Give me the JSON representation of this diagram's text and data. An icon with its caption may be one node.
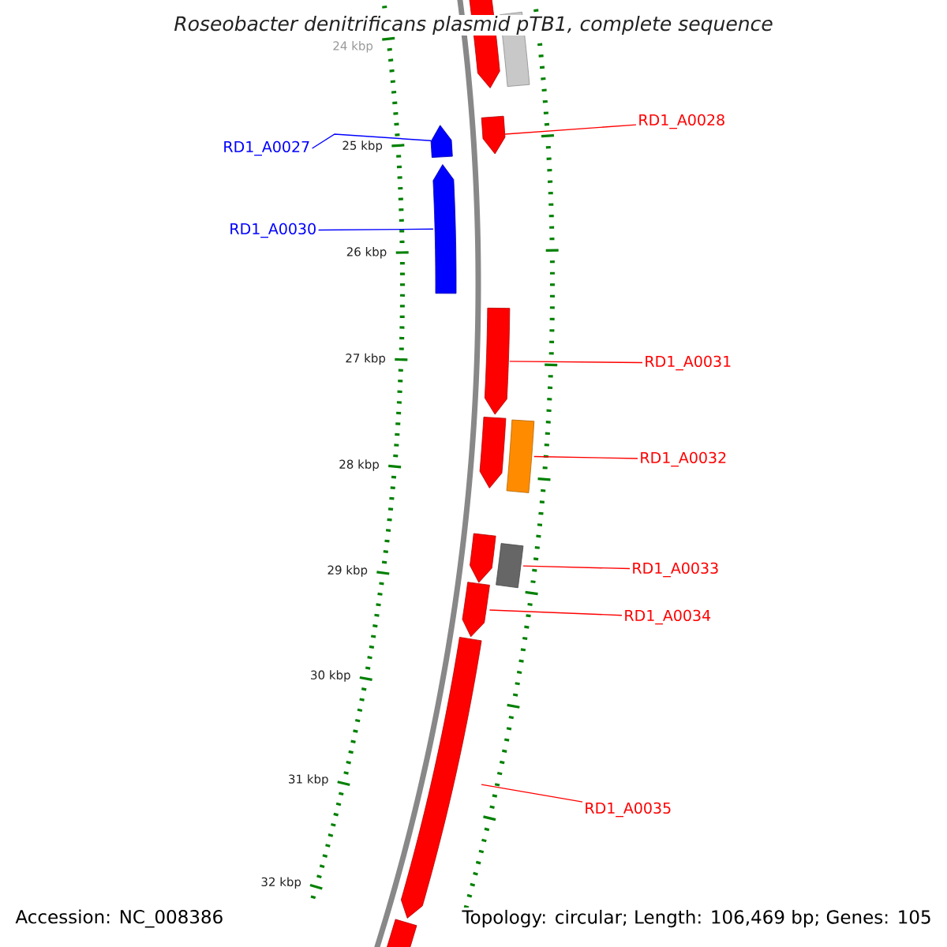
{
  "diagram": {
    "title": "Roseobacter denitrificans plasmid pTB1, complete sequence",
    "nodes": [
      {
        "text": [],
        "shape": "pentagon"
      },
      {
        "text": [],
        "shape": "box"
      },
      {
        "text": [
          "RD1_A0028"
        ]
      },
      {
        "text": [],
        "shape": "pentagon"
      },
      {
        "text": [
          "RD1_A0027"
        ]
      },
      {
        "text": [],
        "shape": "pentagon"
      },
      {
        "text": [
          "RD1_A0030"
        ]
      },
      {
        "text": [],
        "shape": "pentagon"
      },
      {
        "text": [
          "RD1_A0031"
        ]
      },
      {
        "text": [],
        "shape": "pentagon"
      },
      {
        "text": [],
        "shape": "pentagon"
      },
      {
        "text": [
          "RD1_A0032"
        ]
      },
      {
        "text": [],
        "shape": "box"
      },
      {
        "text": [],
        "shape": "pentagon"
      },
      {
        "text": [
          "RD1_A0033"
        ]
      },
      {
        "text": [],
        "shape": "box"
      },
      {
        "text": [
          "RD1_A0034"
        ]
      },
      {
        "text": [],
        "shape": "pentagon"
      },
      {
        "text": [
          "RD1_A0035"
        ]
      },
      {
        "text": [],
        "shape": "pentagon"
      },
      {
        "text": [],
        "shape": "pentagon"
      }
    ],
    "edges": [
      {
        "from": 2,
        "to": 3,
        "arrow": "none"
      },
      {
        "from": 4,
        "to": 5,
        "arrow": "none",
        "color": "#0000ff"
      },
      {
        "from": 6,
        "to": 7,
        "arrow": "none",
        "color": "#0000ff"
      },
      {
        "from": 8,
        "to": 9,
        "arrow": "none"
      },
      {
        "from": 11,
        "to": 12,
        "arrow": "none"
      },
      {
        "from": 14,
        "to": 15,
        "arrow": "none"
      },
      {
        "from": 16,
        "to": 17,
        "arrow": "none"
      },
      {
        "from": 18,
        "to": 19,
        "arrow": "none"
      }
    ],
    "labels": [
      "24 kbp",
      "25 kbp",
      "26 kbp",
      "27 kbp",
      "28 kbp",
      "29 kbp",
      "30 kbp",
      "31 kbp",
      "32 kbp",
      "Accession: NC_008386",
      "Topology: circular; Length: 106,469 bp; Genes: 105"
    ]
  }
}
